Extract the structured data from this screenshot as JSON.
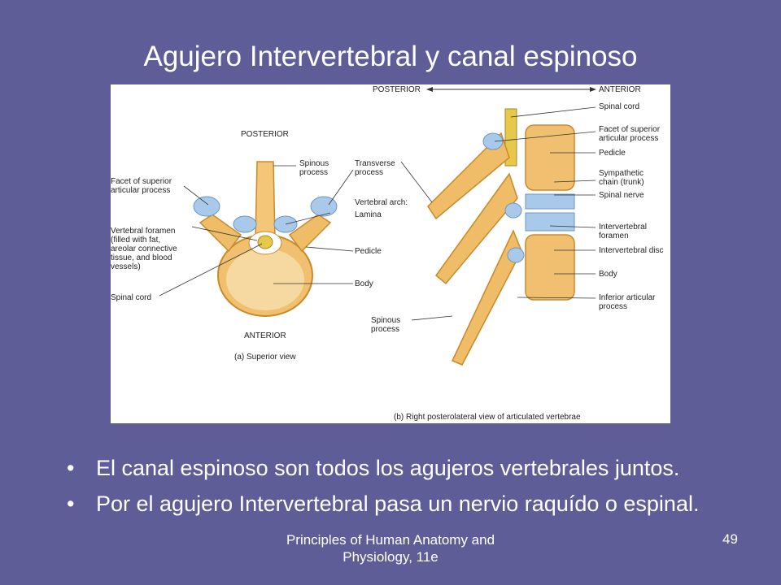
{
  "slide": {
    "title": "Agujero Intervertebral y canal espinoso",
    "footer": "Principles of Human Anatomy and\nPhysiology, 11e",
    "page_number": "49",
    "bullets": [
      "El canal espinoso son todos los agujeros vertebrales juntos.",
      "Por el agujero Intervertebral pasa un nervio raquído o espinal."
    ]
  },
  "figure": {
    "left": {
      "posterior": "POSTERIOR",
      "anterior": "ANTERIOR",
      "caption": "(a) Superior view",
      "spinous_process": "Spinous\nprocess",
      "transverse_process": "Transverse\nprocess",
      "facet": "Facet of superior\narticular process",
      "vertebral_arch": "Vertebral arch:",
      "lamina": "Lamina",
      "foramen": "Vertebral foramen\n(filled with fat,\nareolar connective\ntissue, and blood\nvessels)",
      "pedicle": "Pedicle",
      "body": "Body",
      "spinal_cord": "Spinal cord"
    },
    "right": {
      "posterior": "POSTERIOR",
      "anterior": "ANTERIOR",
      "spinal_cord": "Spinal cord",
      "facet": "Facet of superior\narticular process",
      "pedicle": "Pedicle",
      "sympathetic": "Sympathetic\nchain (trunk)",
      "spinal_nerve": "Spinal nerve",
      "iv_foramen": "Intervertebral\nforamen",
      "iv_disc": "Intervertebral disc",
      "body": "Body",
      "inferior": "Inferior articular\nprocess",
      "spinous": "Spinous\nprocess",
      "caption": "(b) Right posterolateral view of articulated vertebrae"
    }
  }
}
